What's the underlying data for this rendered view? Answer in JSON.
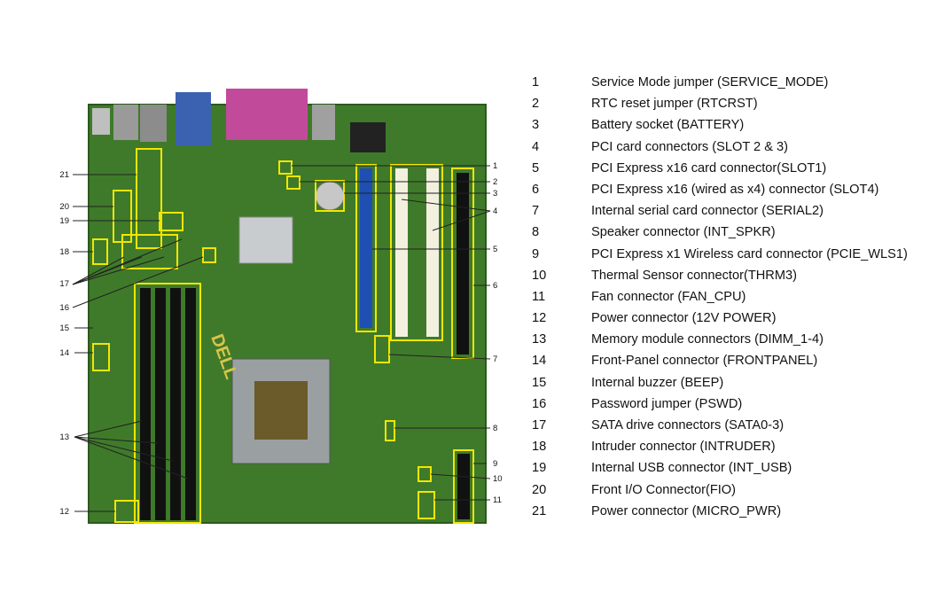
{
  "diagram": {
    "title": "Dell system board components",
    "board_logo": "DELL",
    "colors": {
      "board": "#3f7a2a",
      "highlight": "#f2e600",
      "pcie": "#1f4fb3",
      "pci": "#f4f0e0",
      "dimm": "#111111"
    },
    "callouts_left": [
      "21",
      "20",
      "19",
      "18",
      "17",
      "16",
      "15",
      "14",
      "13",
      "12"
    ],
    "callouts_right": [
      "1",
      "2",
      "3",
      "4",
      "5",
      "6",
      "7",
      "8",
      "9",
      "10",
      "11"
    ]
  },
  "legend": [
    {
      "num": "1",
      "desc": "Service Mode jumper (SERVICE_MODE)"
    },
    {
      "num": "2",
      "desc": "RTC reset jumper (RTCRST)"
    },
    {
      "num": "3",
      "desc": "Battery socket (BATTERY)"
    },
    {
      "num": "4",
      "desc": "PCI card connectors (SLOT 2 & 3)"
    },
    {
      "num": "5",
      "desc": "PCI Express x16 card connector(SLOT1)"
    },
    {
      "num": "6",
      "desc": "PCI Express x16 (wired as x4) connector (SLOT4)"
    },
    {
      "num": "7",
      "desc": "Internal serial card connector (SERIAL2)"
    },
    {
      "num": "8",
      "desc": "Speaker connector (INT_SPKR)"
    },
    {
      "num": "9",
      "desc": "PCI Express x1 Wireless card connector (PCIE_WLS1)"
    },
    {
      "num": "10",
      "desc": "Thermal Sensor connector(THRM3)"
    },
    {
      "num": "11",
      "desc": "Fan connector (FAN_CPU)"
    },
    {
      "num": "12",
      "desc": "Power connector (12V POWER)"
    },
    {
      "num": "13",
      "desc": "Memory module connectors (DIMM_1-4)"
    },
    {
      "num": "14",
      "desc": "Front-Panel connector (FRONTPANEL)"
    },
    {
      "num": "15",
      "desc": "Internal buzzer (BEEP)"
    },
    {
      "num": "16",
      "desc": "Password jumper (PSWD)"
    },
    {
      "num": "17",
      "desc": "SATA drive connectors (SATA0-3)"
    },
    {
      "num": "18",
      "desc": "Intruder connector (INTRUDER)"
    },
    {
      "num": "19",
      "desc": "Internal USB connector (INT_USB)"
    },
    {
      "num": "20",
      "desc": "Front I/O Connector(FIO)"
    },
    {
      "num": "21",
      "desc": "Power connector (MICRO_PWR)"
    }
  ]
}
